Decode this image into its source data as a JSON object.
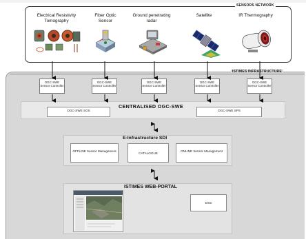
{
  "sensors_network": {
    "title": "SENSORS NETWORK",
    "sensors": [
      {
        "label": "Electrical Resistivity Tomography",
        "icon": "resistivity-equipment-icon"
      },
      {
        "label": "Fiber Optic Sensor",
        "icon": "fiber-optic-sensor-icon"
      },
      {
        "label": "Ground penetrating radar",
        "icon": "ground-radar-icon"
      },
      {
        "label": "Satellite",
        "icon": "satellite-icon"
      },
      {
        "label": "IR Thermography",
        "icon": "thermal-camera-icon"
      }
    ]
  },
  "infrastructure": {
    "title": "ISTIMES INFRASTRUCTURE",
    "controllers": [
      {
        "label": "OGC-SWE Sensor Controller"
      },
      {
        "label": "OGC-SWE Sensor Controller"
      },
      {
        "label": "OGC-SWE Sensor Controller"
      },
      {
        "label": "OGC-SWE Sensor Controller"
      },
      {
        "label": "OGC-SWE Sensor Controller"
      }
    ],
    "centralised": {
      "title": "CENTRALISED OGC-SWE",
      "sos_label": "OGC-SWE SOS",
      "sps_label": "OGC-SWE SPS"
    },
    "sdi": {
      "title": "E-Infrastructure SDI",
      "boxes": [
        "OFFLINE Sensor Management",
        "CATALOGUE",
        "ONLINE Sensor Management"
      ]
    },
    "portal": {
      "title": "ISTIMES WEB-PORTAL",
      "dss_label": "DSS"
    }
  },
  "colors": {
    "panel_border": "#333333",
    "infra_background": "#d8d8d8",
    "band_background": "#e9e9e9",
    "arrow": "#111111"
  }
}
